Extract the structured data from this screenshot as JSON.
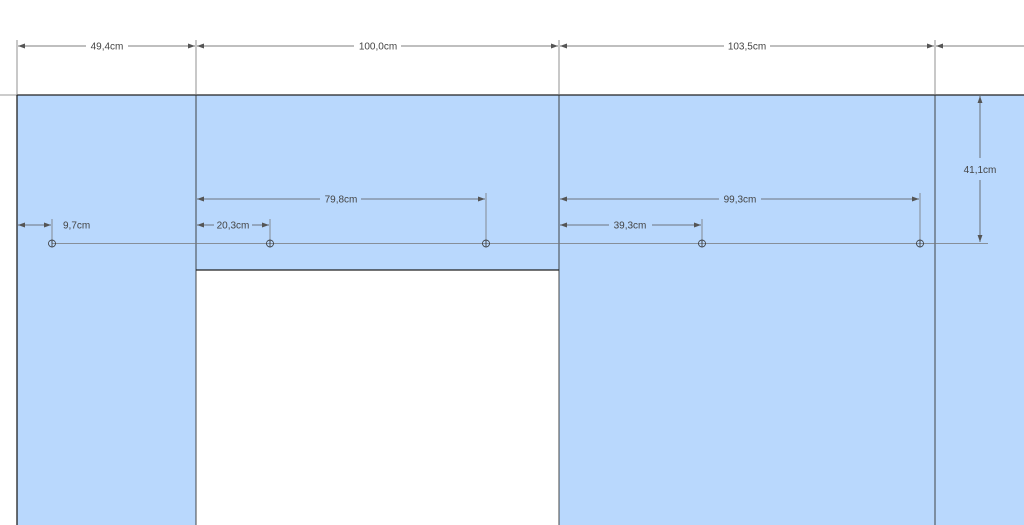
{
  "colors": {
    "panel_fill": "#b9d8fd",
    "opening_fill": "#ffffff",
    "edge": "#222222",
    "dimension": "#555555",
    "text": "#444444"
  },
  "dimensions": {
    "top_segments": [
      {
        "id": "seg-1",
        "label": "49,4cm"
      },
      {
        "id": "seg-2",
        "label": "100,0cm"
      },
      {
        "id": "seg-3",
        "label": "103,5cm"
      }
    ],
    "hole_offsets": [
      {
        "id": "off-1",
        "label": "9,7cm"
      },
      {
        "id": "off-2",
        "label": "20,3cm"
      },
      {
        "id": "off-3",
        "label": "79,8cm"
      },
      {
        "id": "off-4",
        "label": "39,3cm"
      },
      {
        "id": "off-5",
        "label": "99,3cm"
      }
    ],
    "vertical": {
      "label": "41,1cm"
    }
  },
  "holes": [
    {
      "id": "hole-1"
    },
    {
      "id": "hole-2"
    },
    {
      "id": "hole-3"
    },
    {
      "id": "hole-4"
    },
    {
      "id": "hole-5"
    }
  ]
}
